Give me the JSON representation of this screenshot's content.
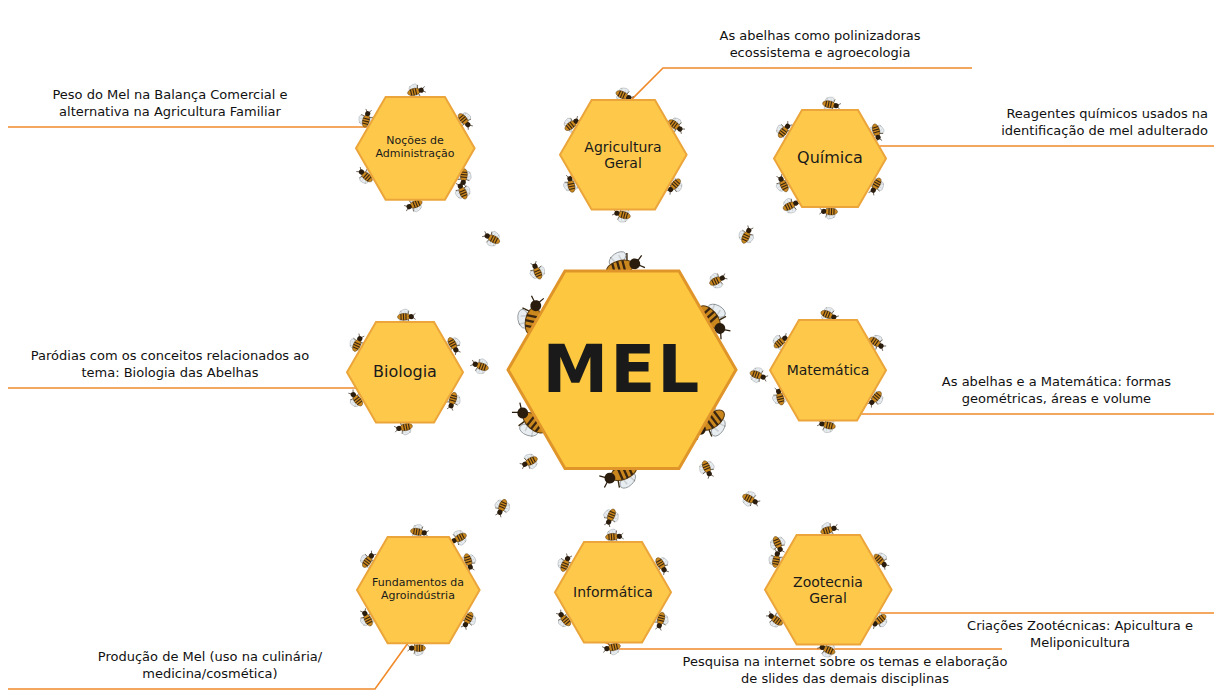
{
  "diagram": {
    "nodes": [
      {
        "text": [
          "Noções de Administração"
        ]
      },
      {
        "text": [
          "Agricultura Geral"
        ]
      },
      {
        "text": [
          "Química"
        ]
      },
      {
        "text": [
          "Biologia"
        ]
      },
      {
        "text": [
          "MEL"
        ]
      },
      {
        "text": [
          "Matemática"
        ]
      },
      {
        "text": [
          "Fundamentos da Agroindústria"
        ]
      },
      {
        "text": [
          "Informática"
        ]
      },
      {
        "text": [
          "Zootecnia Geral"
        ]
      }
    ],
    "labels": [
      "Peso do Mel na Balança Comercial e alternativa na Agricultura Familiar",
      "As abelhas como polinizadoras ecossistema e agroecologia",
      "Reagentes químicos usados na identificação de mel adulterado",
      "Paródias com os conceitos relacionados ao tema: Biologia das Abelhas",
      "As abelhas e a Matemática: formas geométricas, áreas e volume",
      "Produção de Mel (uso na culinária/ medicina/cosmética)",
      "Pesquisa na internet sobre os temas e elaboração de slides das demais disciplinas",
      "Criações Zootécnicas: Apicultura e Meliponicultura"
    ]
  }
}
